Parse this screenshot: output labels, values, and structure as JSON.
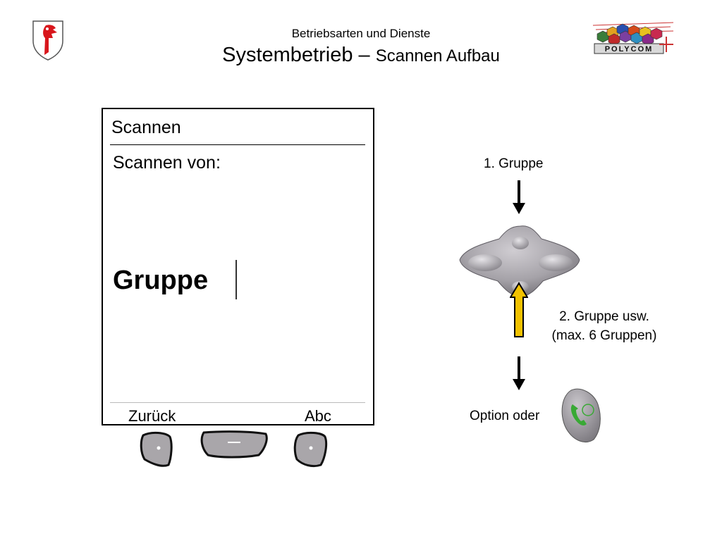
{
  "slide": {
    "subtitle": "Betriebsarten und Dienste",
    "title_main": "Systembetrieb –",
    "title_small": "Scannen Aufbau",
    "logo_text": "POLYCOM"
  },
  "screen": {
    "header": "Scannen",
    "prompt": "Scannen von:",
    "value": "Gruppe",
    "softkey_left": "Zurück",
    "softkey_right": "Abc"
  },
  "instructions": {
    "first": "1. Gruppe",
    "second_line1": "2. Gruppe usw.",
    "second_line2": "(max. 6 Gruppen)",
    "option": "Option oder"
  },
  "icons": [
    "crest-icon",
    "polycom-logo-icon",
    "navigation-pad-icon",
    "arrow-down-icon",
    "arrow-up-icon",
    "call-key-icon",
    "softkey-left-icon",
    "softkey-middle-icon",
    "softkey-right-icon"
  ],
  "colors": {
    "arrow_up_fill": "#f2c200",
    "call_key_green": "#39a935",
    "crest_red": "#d8161c",
    "key_grey": "#a9a6aa"
  }
}
